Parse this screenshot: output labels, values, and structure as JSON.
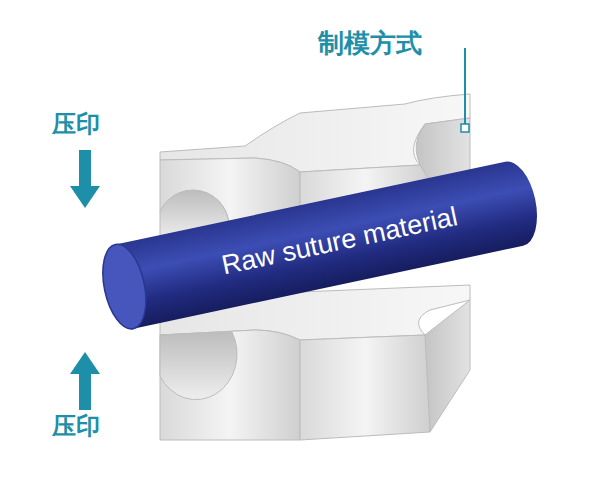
{
  "diagram": {
    "nodes": [
      {
        "text": [
          "Raw suture material"
        ]
      }
    ],
    "labels": [
      "制模方式",
      "压印",
      "压印"
    ]
  }
}
